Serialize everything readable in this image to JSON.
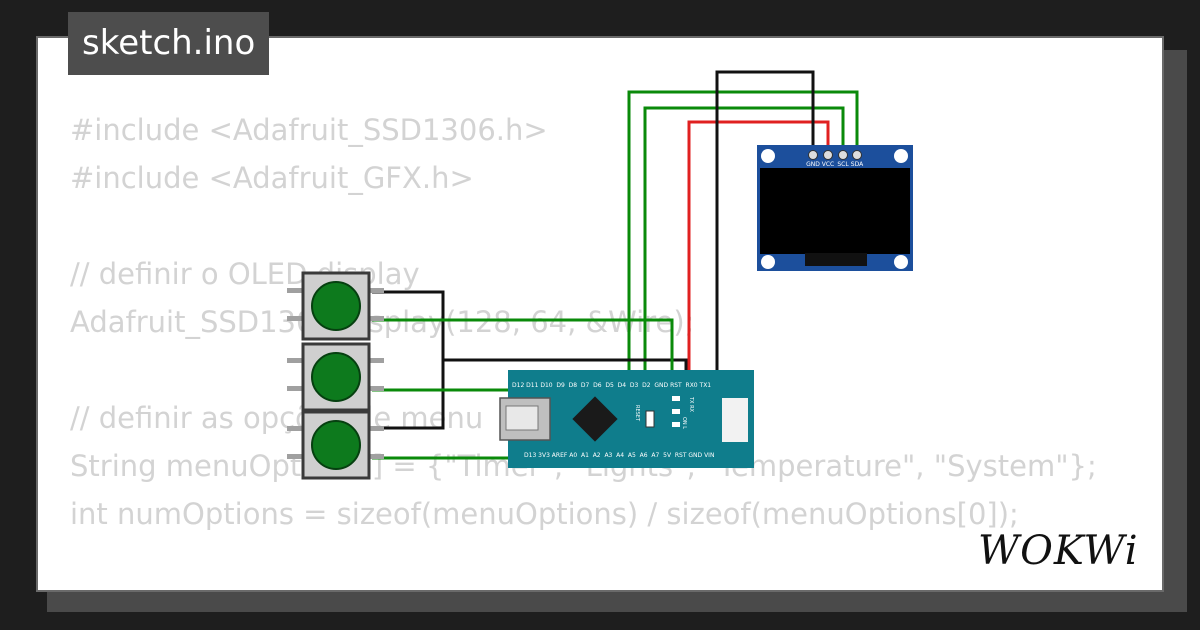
{
  "title": "sketch.ino",
  "brand": "WOKWi",
  "code_lines": [
    "#include <Adafruit_SSD1306.h>",
    "#include <Adafruit_GFX.h>",
    "",
    "// definir o OLED display",
    "Adafruit_SSD1306 display(128, 64, &Wire);",
    "",
    "// definir as opções de menu",
    "String menuOptions[] = {\"Timer\", \"Lights\", \"Temperature\", \"System\"};",
    "int numOptions = sizeof(menuOptions) / sizeof(menuOptions[0]);",
    "",
    "// ... "
  ],
  "oled": {
    "pins": [
      "GND",
      "VCC",
      "SCL",
      "SDA"
    ]
  },
  "nano": {
    "top_pins": "D12 D11 D10  D9  D8  D7  D6  D5  D4  D3  D2  GND RST  RX0 TX1",
    "bottom_pins": "D13 3V3 AREF A0  A1  A2  A3  A4  A5  A6  A7  5V  RST GND VIN",
    "labels": [
      "RESET",
      "TX RX",
      "ON L"
    ]
  },
  "colors": {
    "background": "#1e1e1e",
    "card": "#ffffff",
    "code_text": "#d3d3d3",
    "wire_green": "#0a8a0a",
    "wire_red": "#e02020",
    "wire_black": "#111111",
    "nano_board": "#0f7d8c",
    "oled_board": "#1c4f9c",
    "button_green": "#0d7a1d"
  },
  "icons": [
    "pushbutton-icon",
    "usb-connector-icon",
    "chip-icon"
  ]
}
